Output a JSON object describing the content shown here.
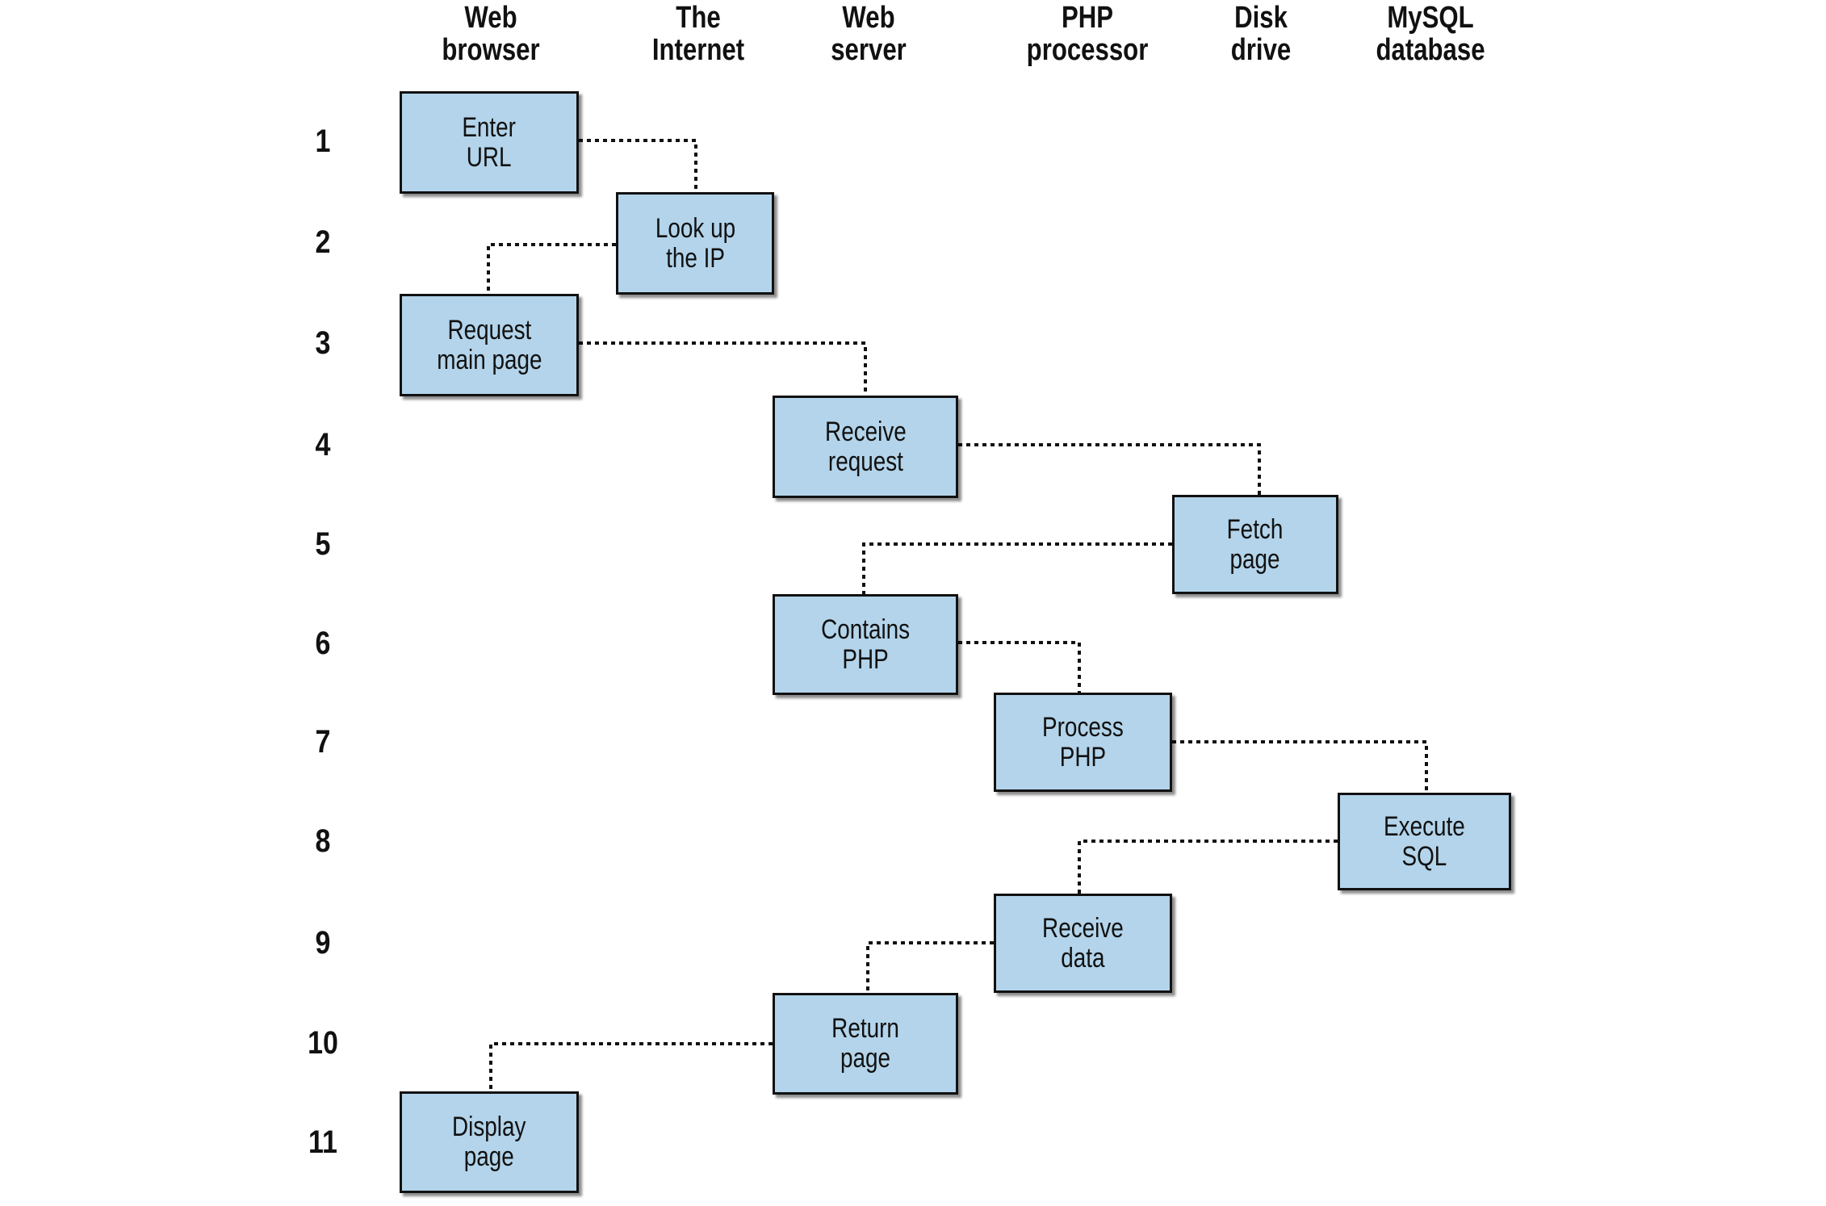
{
  "columns": [
    {
      "line1": "Web",
      "line2": "browser"
    },
    {
      "line1": "The",
      "line2": "Internet"
    },
    {
      "line1": "Web",
      "line2": "server"
    },
    {
      "line1": "PHP",
      "line2": "processor"
    },
    {
      "line1": "Disk",
      "line2": "drive"
    },
    {
      "line1": "MySQL",
      "line2": "database"
    }
  ],
  "rows": [
    "1",
    "2",
    "3",
    "4",
    "5",
    "6",
    "7",
    "8",
    "9",
    "10",
    "11"
  ],
  "steps": [
    {
      "line1": "Enter",
      "line2": "URL"
    },
    {
      "line1": "Look up",
      "line2": "the IP"
    },
    {
      "line1": "Request",
      "line2": "main page"
    },
    {
      "line1": "Receive",
      "line2": "request"
    },
    {
      "line1": "Fetch",
      "line2": "page"
    },
    {
      "line1": "Contains",
      "line2": "PHP"
    },
    {
      "line1": "Process",
      "line2": "PHP"
    },
    {
      "line1": "Execute",
      "line2": "SQL"
    },
    {
      "line1": "Receive",
      "line2": "data"
    },
    {
      "line1": "Return",
      "line2": "page"
    },
    {
      "line1": "Display",
      "line2": "page"
    }
  ],
  "colors": {
    "box_fill": "#b3d4ea",
    "box_border": "#111111",
    "connector": "#111111"
  }
}
